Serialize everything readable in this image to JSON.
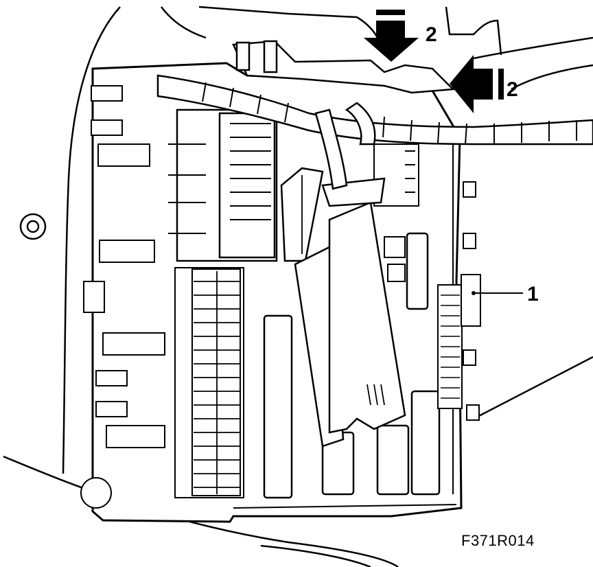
{
  "callouts": {
    "fuse_box": "1",
    "arrow_top": "2",
    "arrow_right": "2"
  },
  "figure_code": "F371R014",
  "colors": {
    "line": "#000000",
    "background": "#ffffff"
  }
}
